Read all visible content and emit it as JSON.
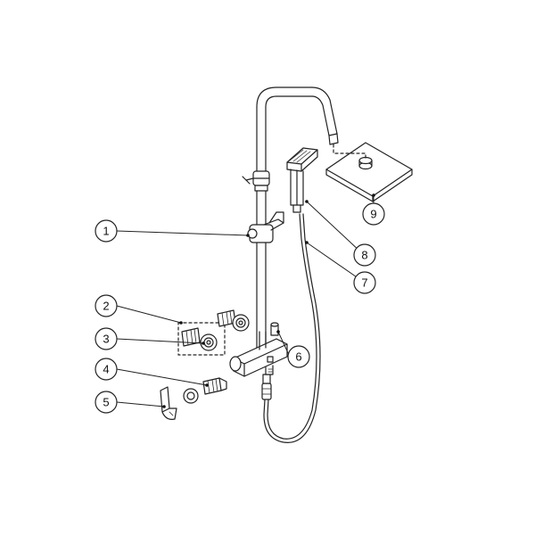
{
  "diagram": {
    "callouts": [
      {
        "id": "1",
        "label": "1"
      },
      {
        "id": "2",
        "label": "2"
      },
      {
        "id": "3",
        "label": "3"
      },
      {
        "id": "4",
        "label": "4"
      },
      {
        "id": "5",
        "label": "5"
      },
      {
        "id": "6",
        "label": "6"
      },
      {
        "id": "7",
        "label": "7"
      },
      {
        "id": "8",
        "label": "8"
      },
      {
        "id": "9",
        "label": "9"
      }
    ],
    "colors": {
      "line": "#222222",
      "fill": "#ffffff",
      "light": "#d9d9d9"
    }
  }
}
